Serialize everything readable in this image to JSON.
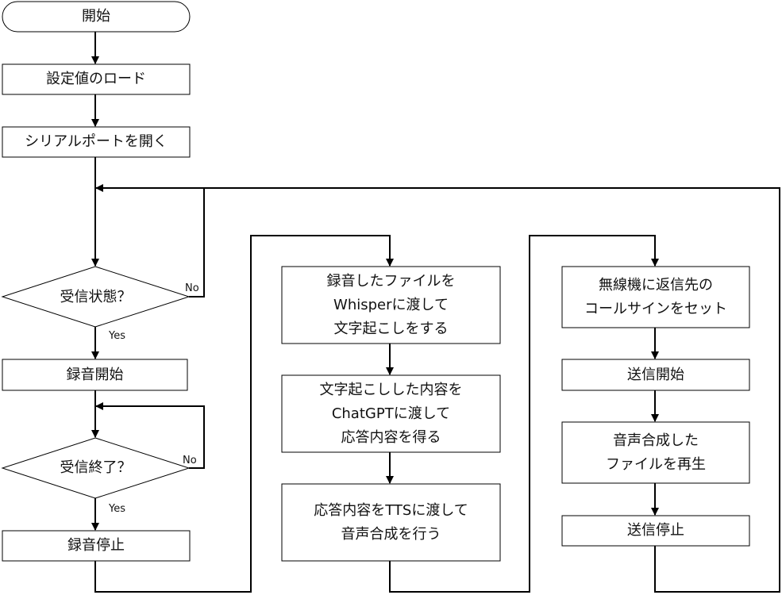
{
  "flowchart": {
    "start": "開始",
    "load_settings": "設定値のロード",
    "open_serial_port": "シリアルポートを開く",
    "decision_receiving": "受信状態？",
    "decision_receiving_no": "No",
    "decision_receiving_yes": "Yes",
    "record_start": "録音開始",
    "decision_reception_end": "受信終了？",
    "decision_reception_end_no": "No",
    "decision_reception_end_yes": "Yes",
    "record_stop": "録音停止",
    "whisper_transcribe": "録音したファイルを\nWhisperに渡して\n文字起こしをする",
    "chatgpt_respond": "文字起こしした内容を\nChatGPTに渡して\n応答内容を得る",
    "tts_synthesize": "応答内容をTTSに渡して\n音声合成を行う",
    "set_callsign": "無線機に返信先の\nコールサインをセット",
    "transmit_start": "送信開始",
    "play_audio": "音声合成した\nファイルを再生",
    "transmit_stop": "送信停止"
  },
  "colors": {
    "stroke": "#000000",
    "fill": "#ffffff",
    "text": "#111111"
  }
}
